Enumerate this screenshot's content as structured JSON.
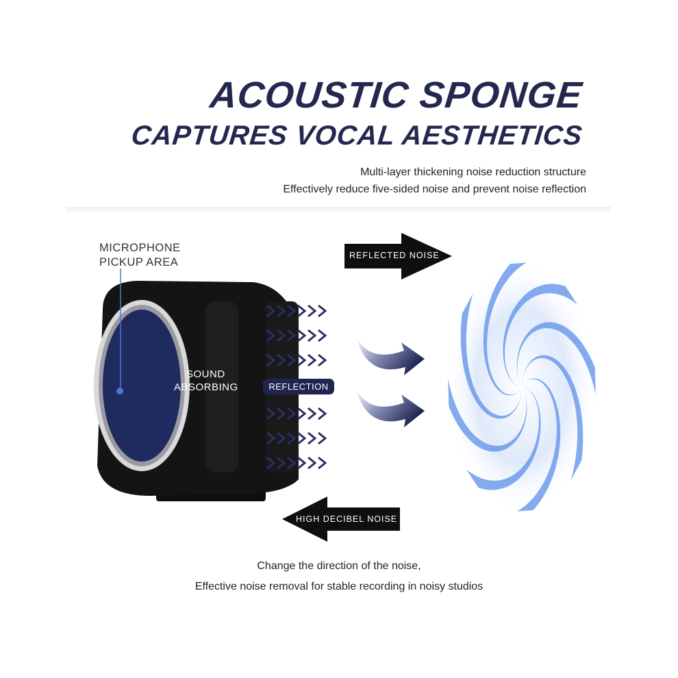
{
  "header": {
    "title_line1": "ACOUSTIC SPONGE",
    "title_line2": "CAPTURES VOCAL AESTHETICS",
    "subtitle_line1": "Multi-layer thickening noise reduction structure",
    "subtitle_line2": "Effectively reduce five-sided noise and prevent noise reflection"
  },
  "diagram": {
    "mic_label_line1": "MICROPHONE",
    "mic_label_line2": "PICKUP AREA",
    "sound_label_line1": "SOUND",
    "sound_label_line2": "ABSORBING",
    "reflection_label": "REFLECTION",
    "reflected_noise_label": "REFLECTED NOISE",
    "high_decibel_label": "HIGH DECIBEL NOISE",
    "accent_color": "#1f2550",
    "swirl_color": "#5b8fe8"
  },
  "footer": {
    "caption_line1": "Change the direction of the noise,",
    "caption_line2": "Effective noise removal for stable recording in noisy studios"
  }
}
